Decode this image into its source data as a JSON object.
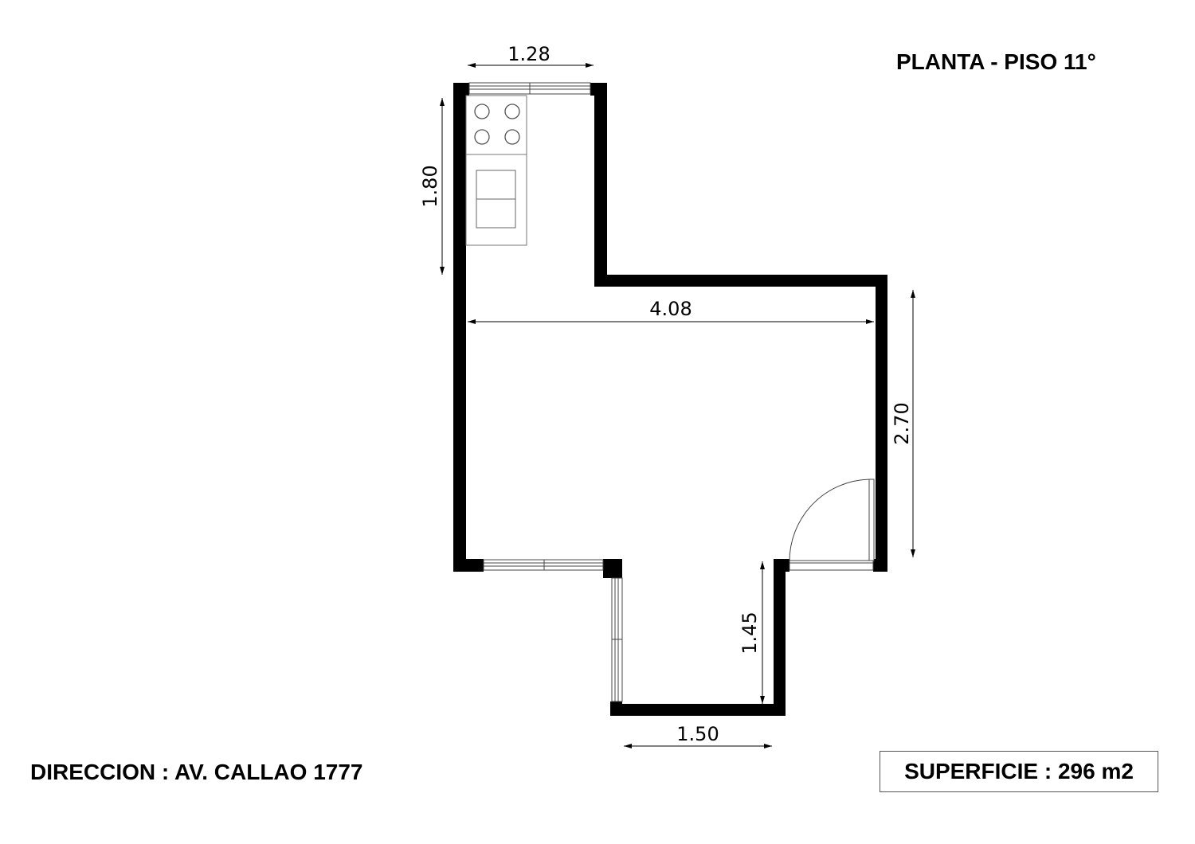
{
  "header": {
    "title": "PLANTA - PISO 11°"
  },
  "footer": {
    "address": "DIRECCION : AV. CALLAO 1777",
    "area": "SUPERFICIE : 296 m2"
  },
  "dimensions": {
    "top_width": "1.28",
    "kitchen_height": "1.80",
    "main_width": "4.08",
    "right_height": "2.70",
    "annex_height": "1.45",
    "bottom_width": "1.50"
  }
}
